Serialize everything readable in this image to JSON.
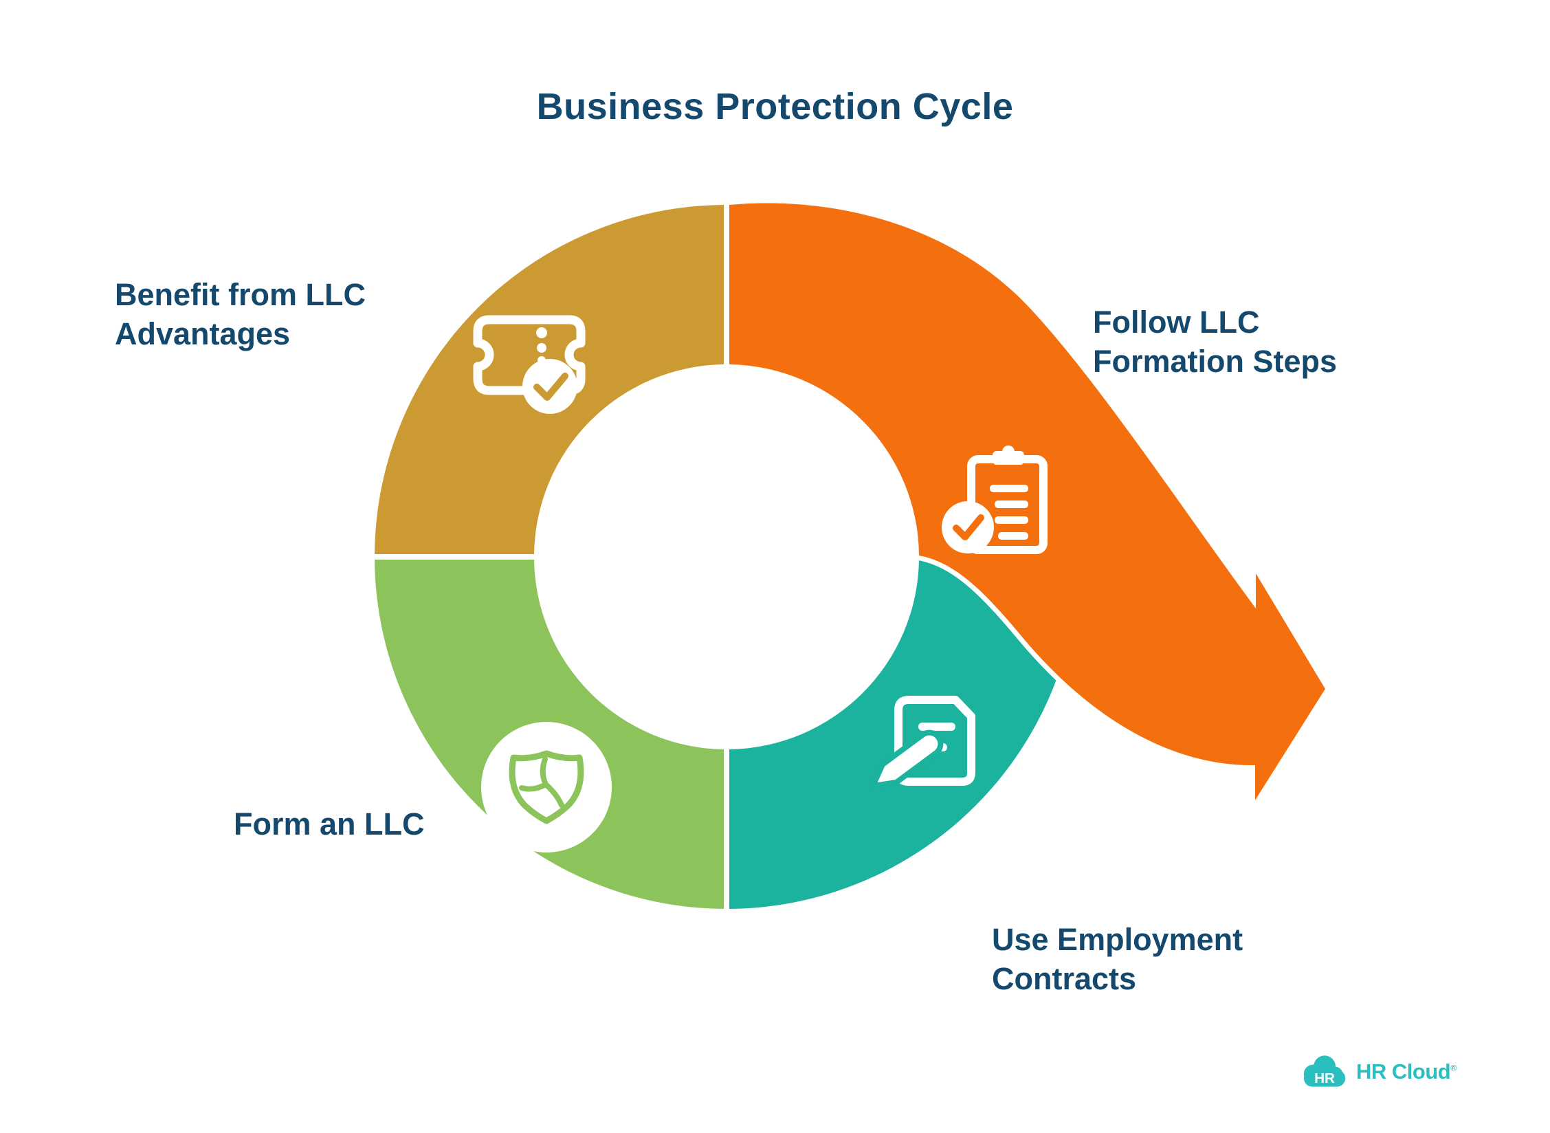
{
  "title": "Business Protection Cycle",
  "colors": {
    "navy": "#14496D",
    "gold": "#CC9A33",
    "orange": "#F4700E",
    "green": "#8CC45B",
    "teal": "#1BB39D",
    "brand_teal": "#2BBEBE",
    "white": "#FFFFFF"
  },
  "steps": [
    {
      "id": "benefit",
      "label": "Benefit from LLC\nAdvantages",
      "icon": "ticket-check-icon",
      "color": "#CC9A33"
    },
    {
      "id": "follow",
      "label": "Follow LLC\nFormation Steps",
      "icon": "clipboard-check-icon",
      "color": "#F4700E"
    },
    {
      "id": "use",
      "label": "Use Employment\nContracts",
      "icon": "document-pencil-icon",
      "color": "#1BB39D"
    },
    {
      "id": "form",
      "label": "Form an LLC",
      "icon": "shield-icon",
      "color": "#8CC45B"
    }
  ],
  "logo": {
    "cloud_monogram": "HR",
    "brand": "HR Cloud",
    "registered_mark": "®"
  }
}
